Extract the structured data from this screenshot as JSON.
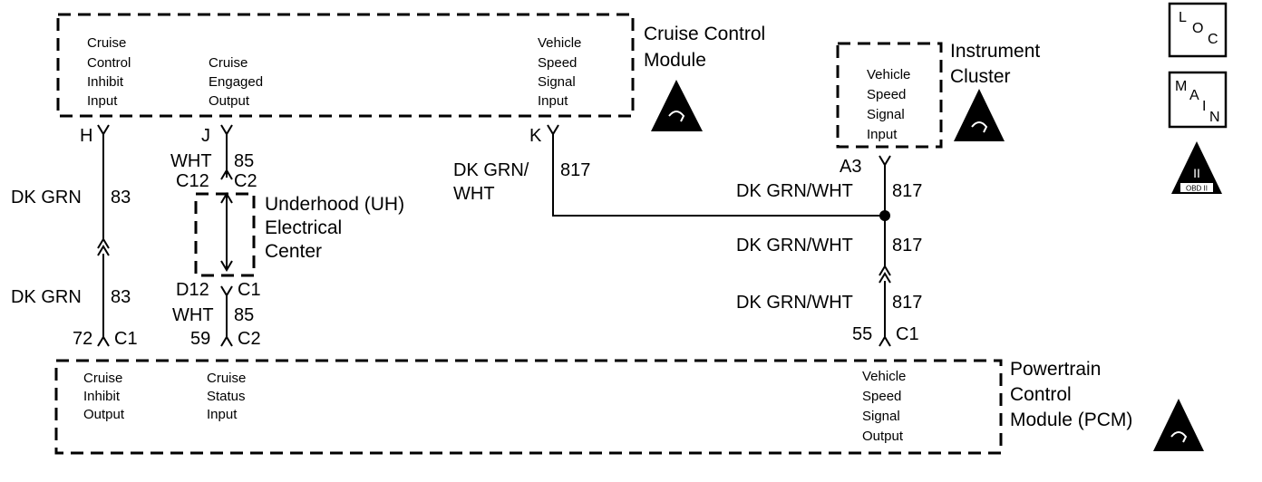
{
  "modules": {
    "cruise_control": {
      "title_line1": "Cruise Control",
      "title_line2": "Module",
      "pins": {
        "inhibit_input": [
          "Cruise",
          "Control",
          "Inhibit",
          "Input"
        ],
        "engaged_output": [
          "Cruise",
          "Engaged",
          "Output"
        ],
        "vss_input": [
          "Vehicle",
          "Speed",
          "Signal",
          "Input"
        ]
      }
    },
    "instrument_cluster": {
      "title_line1": "Instrument",
      "title_line2": "Cluster",
      "pins": {
        "vss_input": [
          "Vehicle",
          "Speed",
          "Signal",
          "Input"
        ]
      }
    },
    "pcm": {
      "title_line1": "Powertrain",
      "title_line2": "Control",
      "title_line3": "Module (PCM)",
      "pins": {
        "inhibit_output": [
          "Cruise",
          "Inhibit",
          "Output"
        ],
        "status_input": [
          "Cruise",
          "Status",
          "Input"
        ],
        "vss_output": [
          "Vehicle",
          "Speed",
          "Signal",
          "Output"
        ]
      }
    },
    "uh_center": {
      "title_line1": "Underhood (UH)",
      "title_line2": "Electrical",
      "title_line3": "Center"
    }
  },
  "connectors": {
    "ccm_h": "H",
    "ccm_j": "J",
    "ccm_k": "K",
    "uh_c12": "C12",
    "uh_c2_top": "C2",
    "uh_d12": "D12",
    "uh_c1": "C1",
    "pcm_72": "72",
    "pcm_c1_left": "C1",
    "pcm_59": "59",
    "pcm_c2": "C2",
    "ic_a3": "A3",
    "pcm_55": "55",
    "pcm_c1_right": "C1"
  },
  "wires": {
    "w83_color": "DK GRN",
    "w83_circuit": "83",
    "w85_color": "WHT",
    "w85_circuit": "85",
    "w817_color_a": "DK GRN/",
    "w817_color_b": "WHT",
    "w817_circuit": "817",
    "w817_color_full": "DK GRN/WHT"
  },
  "badges": {
    "loc": {
      "l": "L",
      "o": "O",
      "c": "C"
    },
    "main": {
      "m": "M",
      "a": "A",
      "i": "I",
      "n": "N"
    },
    "obd": {
      "numeral": "II",
      "text": "OBD II"
    }
  }
}
